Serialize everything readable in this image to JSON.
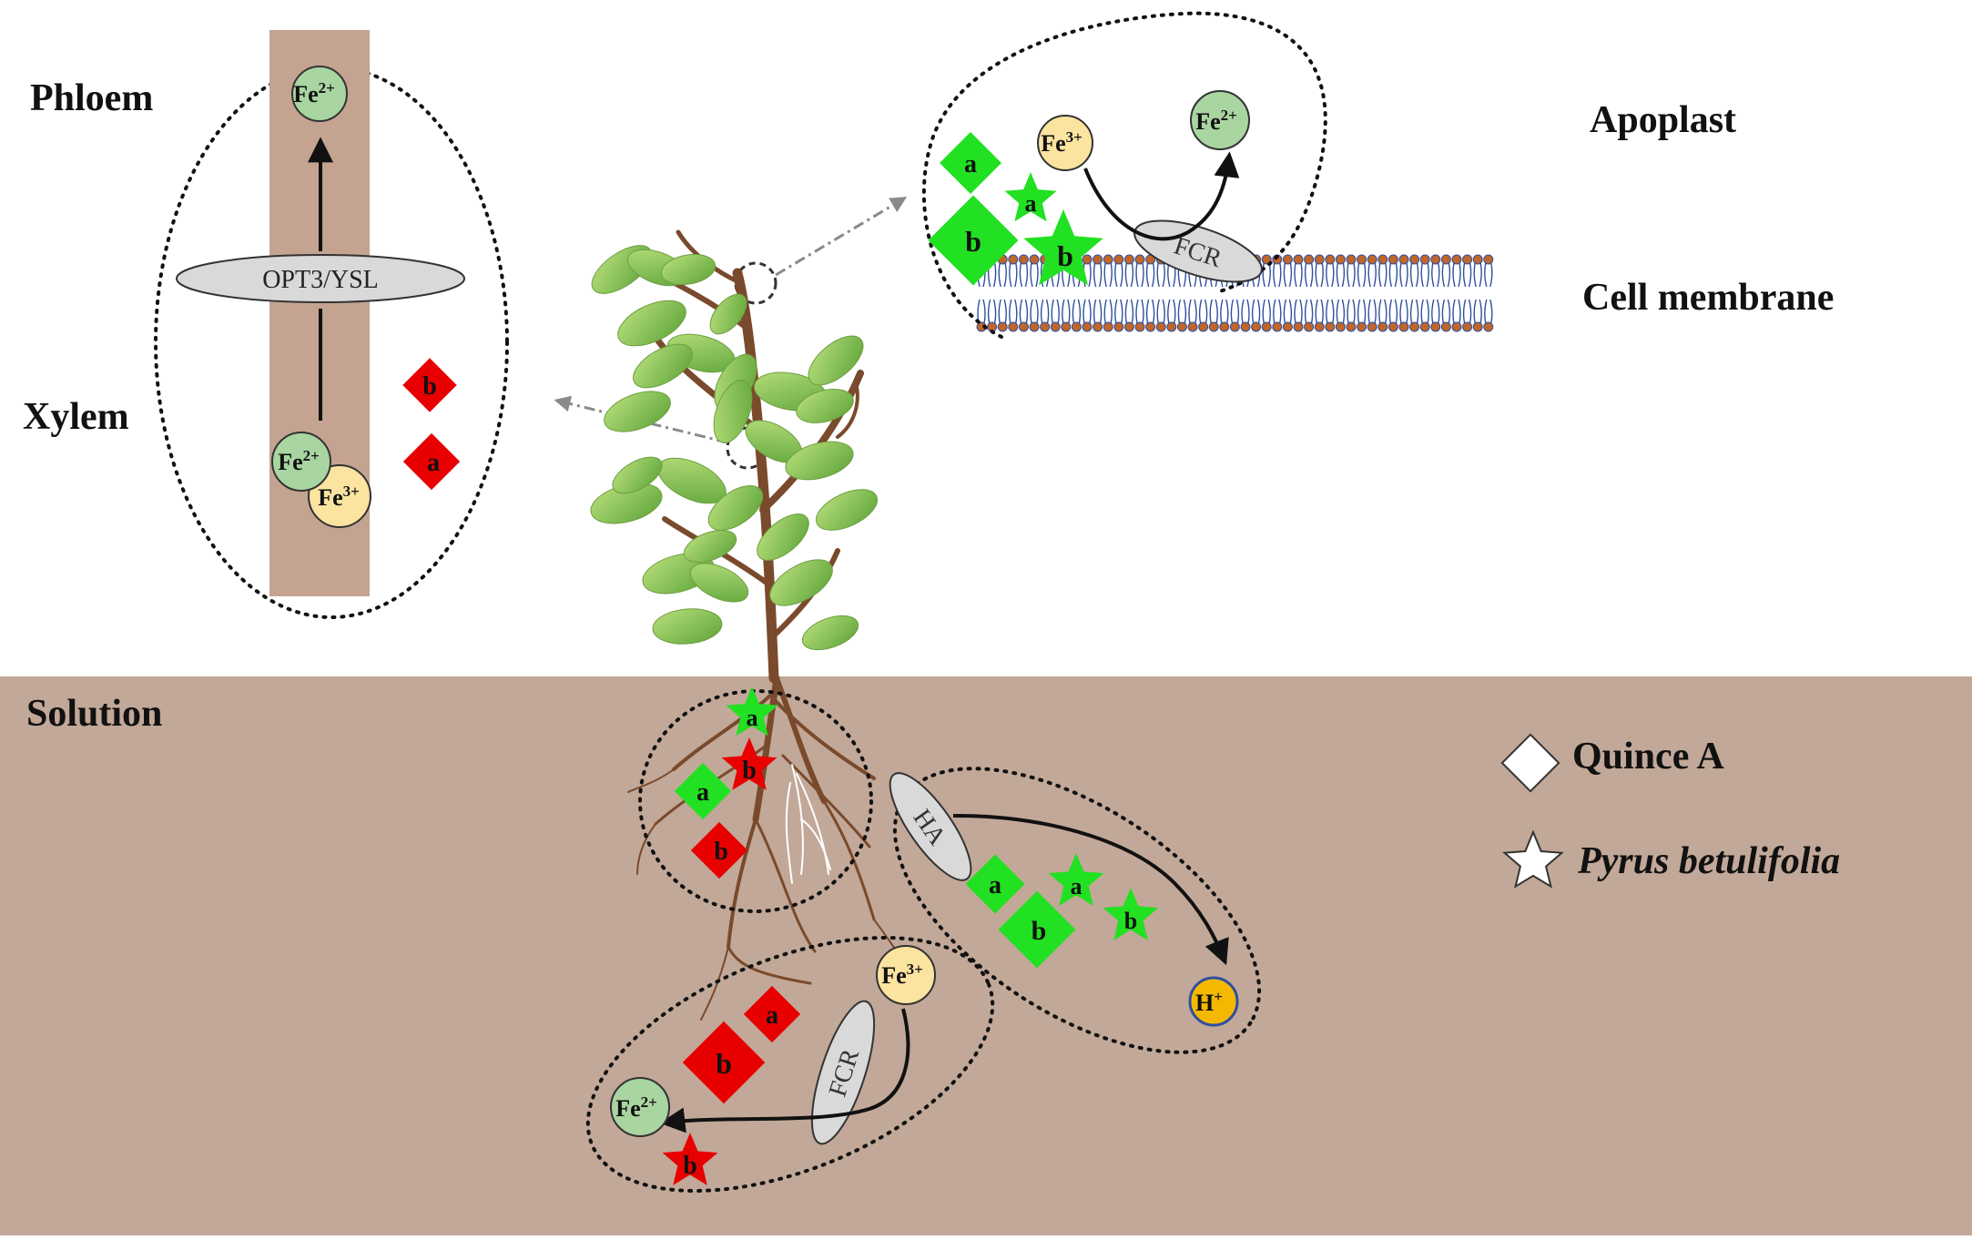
{
  "labels": {
    "phloem": "Phloem",
    "xylem": "Xylem",
    "apoplast": "Apoplast",
    "cell_membrane": "Cell membrane",
    "solution": "Solution"
  },
  "legend": {
    "quince": "Quince A",
    "pyrus": "Pyrus betulifolia"
  },
  "species": {
    "fe2": "Fe",
    "fe2_charge": "2+",
    "fe3": "Fe",
    "fe3_charge": "3+",
    "h": "H",
    "h_charge": "+"
  },
  "transporters": {
    "opt3_ysl": "OPT3/YSL",
    "fcr": "FCR",
    "ha": "HA"
  },
  "marks": {
    "a": "a",
    "b": "b"
  },
  "colors": {
    "soil": "#c2a898",
    "phloem_band": "#c4a390",
    "fe2_fill": "#a9d5a1",
    "fe3_fill": "#fbe3a0",
    "h_fill": "#f5b800",
    "green_mark": "#22e022",
    "red_mark": "#e80000",
    "transporter": "#d9d9d9",
    "membrane_blue": "#2f4f9f",
    "membrane_head": "#c0662a"
  }
}
